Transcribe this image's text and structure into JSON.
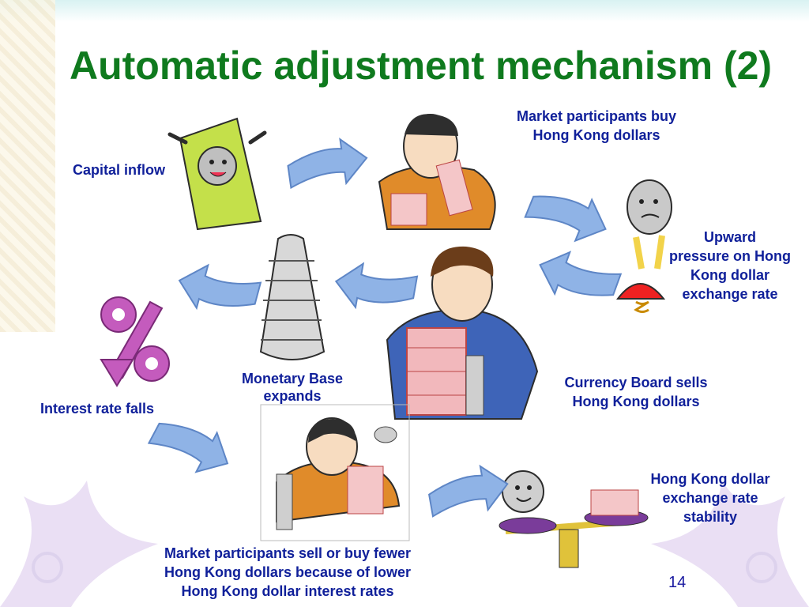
{
  "slide": {
    "title": "Automatic adjustment mechanism (2)",
    "page_number": "14"
  },
  "labels": {
    "capital_inflow": "Capital inflow",
    "market_buy": [
      "Market participants buy",
      "Hong Kong dollars"
    ],
    "upward_pressure": [
      "Upward",
      "pressure on Hong",
      "Kong dollar",
      "exchange rate"
    ],
    "currency_board": [
      "Currency Board sells",
      "Hong Kong dollars"
    ],
    "monetary_base": [
      "Monetary Base",
      "expands"
    ],
    "interest_rate": "Interest rate falls",
    "market_sell": [
      "Market participants sell or buy fewer",
      "Hong Kong dollars because of lower",
      "Hong Kong dollar interest rates"
    ],
    "stability": [
      "Hong Kong dollar",
      "exchange rate",
      "stability"
    ]
  },
  "colors": {
    "title": "#0f7a1e",
    "label": "#10209a",
    "arrow": "#8fb3e6"
  }
}
